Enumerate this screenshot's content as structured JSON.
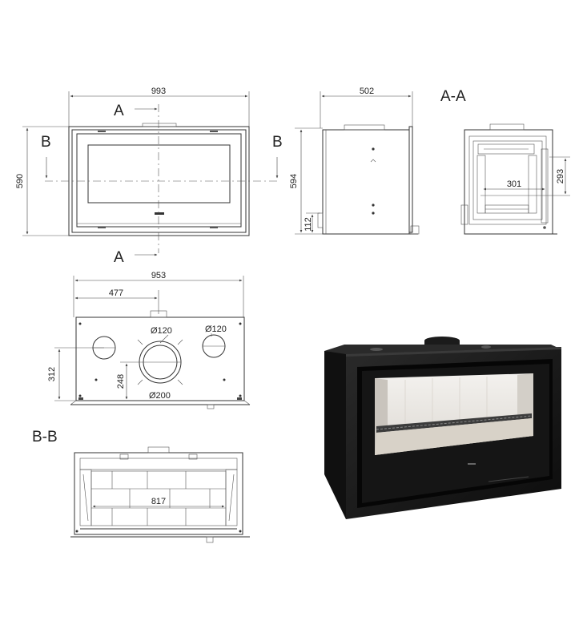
{
  "section_labels": {
    "a_top": "A",
    "a_bottom": "A",
    "b_left": "B",
    "b_right": "B",
    "aa_title": "A-A",
    "bb_title": "B-B"
  },
  "front_view": {
    "width": "993",
    "height": "590"
  },
  "side_view": {
    "depth": "502",
    "height": "594",
    "base": "112"
  },
  "section_aa": {
    "inner_depth": "301",
    "inner_height": "293"
  },
  "top_view": {
    "width": "953",
    "offset": "477",
    "depth": "312",
    "outlet_offset": "248",
    "side_hole_left": "Ø120",
    "side_hole_right": "Ø120",
    "flue_diameter": "Ø200"
  },
  "section_bb": {
    "inner_width": "817"
  },
  "colors": {
    "line": "#333333",
    "frame": "#151515",
    "glass": "#e9e6e1"
  }
}
